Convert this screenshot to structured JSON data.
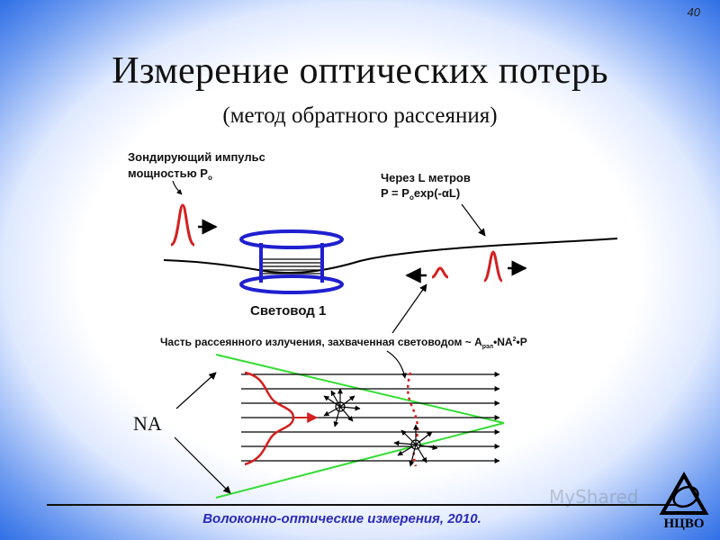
{
  "slide_number": "40",
  "title": "Измерение оптических потерь",
  "subtitle": "(метод обратного рассеяния)",
  "labels": {
    "probe_pulse_line1": "Зондирующий импульс",
    "probe_pulse_line2": "мощностью P",
    "probe_pulse_sub": "o",
    "after_L_line1": "Через L метров",
    "after_L_line2_a": "P = P",
    "after_L_line2_sub": "o",
    "after_L_line2_b": "exp(-αL)",
    "fiber_label": "Световод 1",
    "scattered_a": "Часть рассеянного излучения, захваченная световодом ~ A",
    "scattered_sub": "рэл",
    "scattered_b": "•NA",
    "scattered_sup": "2",
    "scattered_c": "•P",
    "na": "NA"
  },
  "footer": "Волоконно-оптические измерения, 2010.",
  "logo_text": "НЦВО",
  "watermark": "MyShared",
  "colors": {
    "pulse": "#d42020",
    "spool": "#1f1fd0",
    "cone": "#33dd33",
    "footer_text": "#2a2ab8"
  }
}
